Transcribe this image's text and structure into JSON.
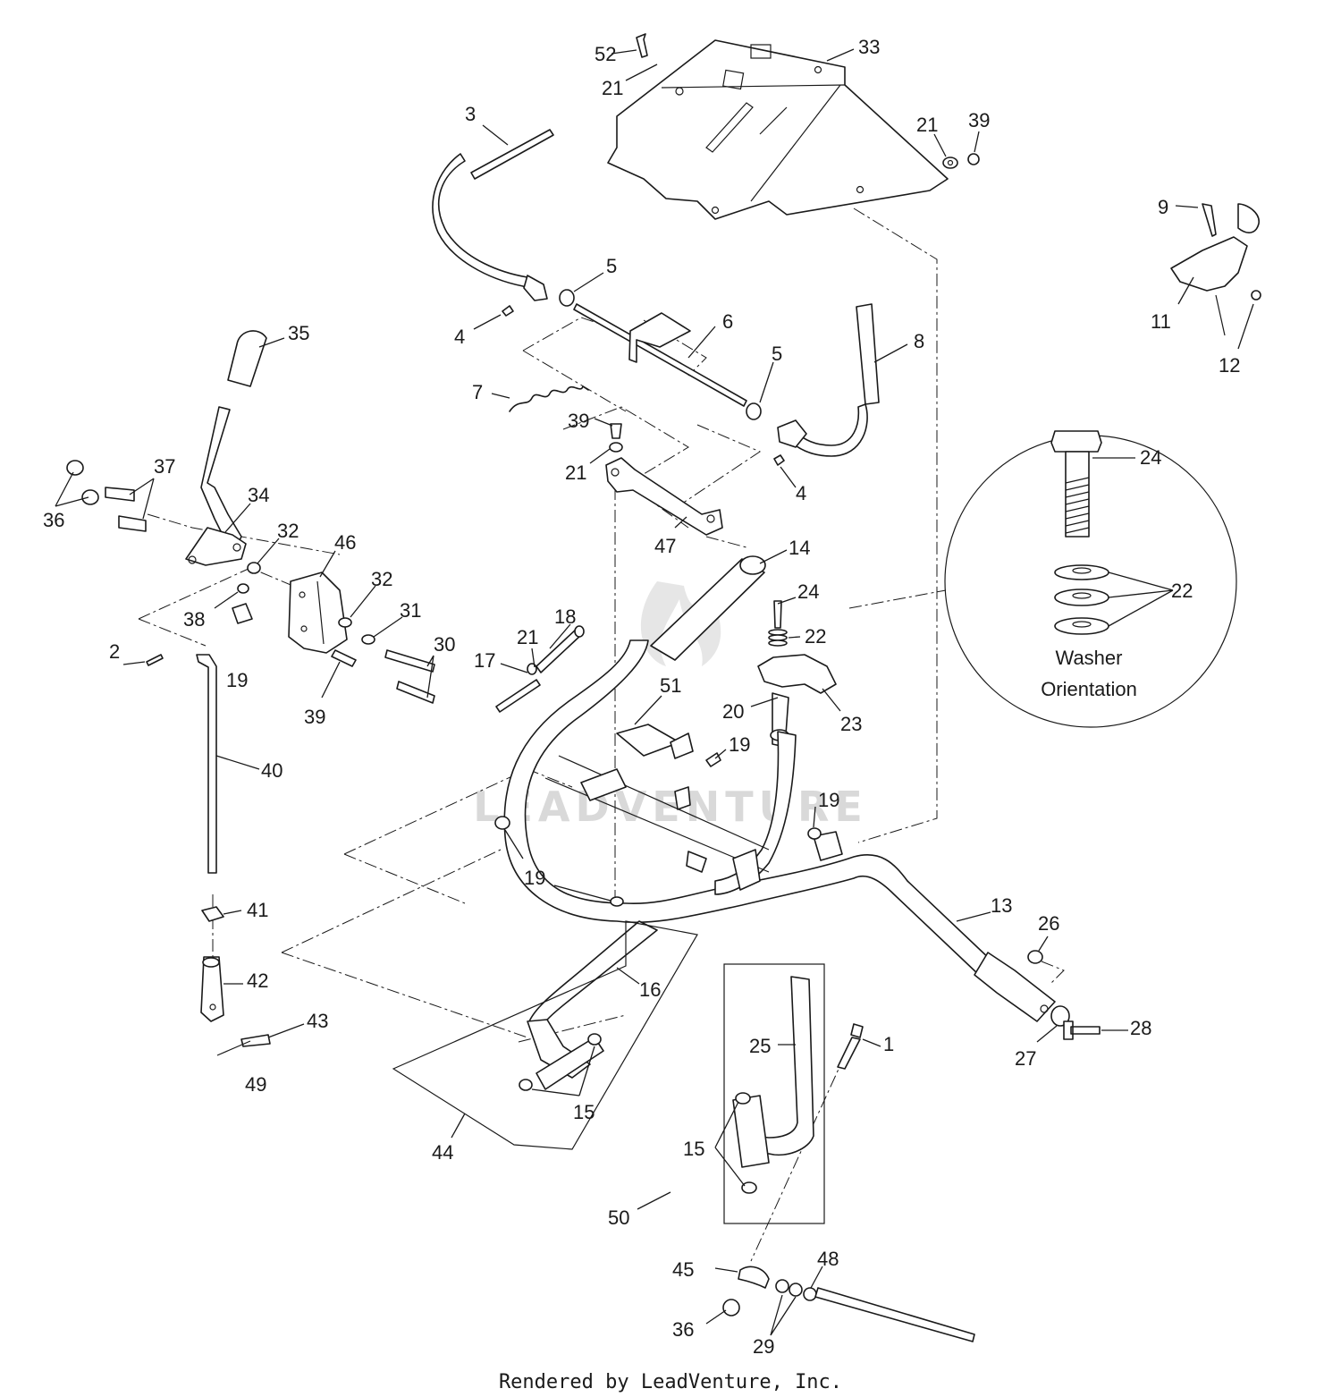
{
  "callouts": [
    {
      "id": "c52",
      "text": "52"
    },
    {
      "id": "c21a",
      "text": "21"
    },
    {
      "id": "c33",
      "text": "33"
    },
    {
      "id": "c3",
      "text": "3"
    },
    {
      "id": "c21b",
      "text": "21"
    },
    {
      "id": "c39a",
      "text": "39"
    },
    {
      "id": "c9",
      "text": "9"
    },
    {
      "id": "c11",
      "text": "11"
    },
    {
      "id": "c12",
      "text": "12"
    },
    {
      "id": "c5a",
      "text": "5"
    },
    {
      "id": "c4a",
      "text": "4"
    },
    {
      "id": "c6",
      "text": "6"
    },
    {
      "id": "c8",
      "text": "8"
    },
    {
      "id": "c5b",
      "text": "5"
    },
    {
      "id": "c7",
      "text": "7"
    },
    {
      "id": "c39b",
      "text": "39"
    },
    {
      "id": "c21c",
      "text": "21"
    },
    {
      "id": "c4b",
      "text": "4"
    },
    {
      "id": "c47",
      "text": "47"
    },
    {
      "id": "c35",
      "text": "35"
    },
    {
      "id": "c37",
      "text": "37"
    },
    {
      "id": "c36a",
      "text": "36"
    },
    {
      "id": "c34",
      "text": "34"
    },
    {
      "id": "c32a",
      "text": "32"
    },
    {
      "id": "c46",
      "text": "46"
    },
    {
      "id": "c32b",
      "text": "32"
    },
    {
      "id": "c31",
      "text": "31"
    },
    {
      "id": "c38",
      "text": "38"
    },
    {
      "id": "c19a",
      "text": "19"
    },
    {
      "id": "c30",
      "text": "30"
    },
    {
      "id": "c39c",
      "text": "39"
    },
    {
      "id": "c2",
      "text": "2"
    },
    {
      "id": "c40",
      "text": "40"
    },
    {
      "id": "c14",
      "text": "14"
    },
    {
      "id": "c24a",
      "text": "24"
    },
    {
      "id": "c22a",
      "text": "22"
    },
    {
      "id": "c18",
      "text": "18"
    },
    {
      "id": "c21d",
      "text": "21"
    },
    {
      "id": "c17",
      "text": "17"
    },
    {
      "id": "c51",
      "text": "51"
    },
    {
      "id": "c20",
      "text": "20"
    },
    {
      "id": "c23",
      "text": "23"
    },
    {
      "id": "c19b",
      "text": "19"
    },
    {
      "id": "c19c",
      "text": "19"
    },
    {
      "id": "c19d",
      "text": "19"
    },
    {
      "id": "c41",
      "text": "41"
    },
    {
      "id": "c42",
      "text": "42"
    },
    {
      "id": "c43",
      "text": "43"
    },
    {
      "id": "c49",
      "text": "49"
    },
    {
      "id": "c16",
      "text": "16"
    },
    {
      "id": "c15a",
      "text": "15"
    },
    {
      "id": "c44",
      "text": "44"
    },
    {
      "id": "c13",
      "text": "13"
    },
    {
      "id": "c26",
      "text": "26"
    },
    {
      "id": "c28",
      "text": "28"
    },
    {
      "id": "c27",
      "text": "27"
    },
    {
      "id": "c25",
      "text": "25"
    },
    {
      "id": "c1",
      "text": "1"
    },
    {
      "id": "c15b",
      "text": "15"
    },
    {
      "id": "c50",
      "text": "50"
    },
    {
      "id": "c45",
      "text": "45"
    },
    {
      "id": "c48",
      "text": "48"
    },
    {
      "id": "c36b",
      "text": "36"
    },
    {
      "id": "c29",
      "text": "29"
    }
  ],
  "inset": {
    "bolt_label": "24",
    "washer_label": "22",
    "caption_line1": "Washer",
    "caption_line2": "Orientation"
  },
  "watermark": "LEADVENTURE",
  "footer": "Rendered by LeadVenture, Inc."
}
